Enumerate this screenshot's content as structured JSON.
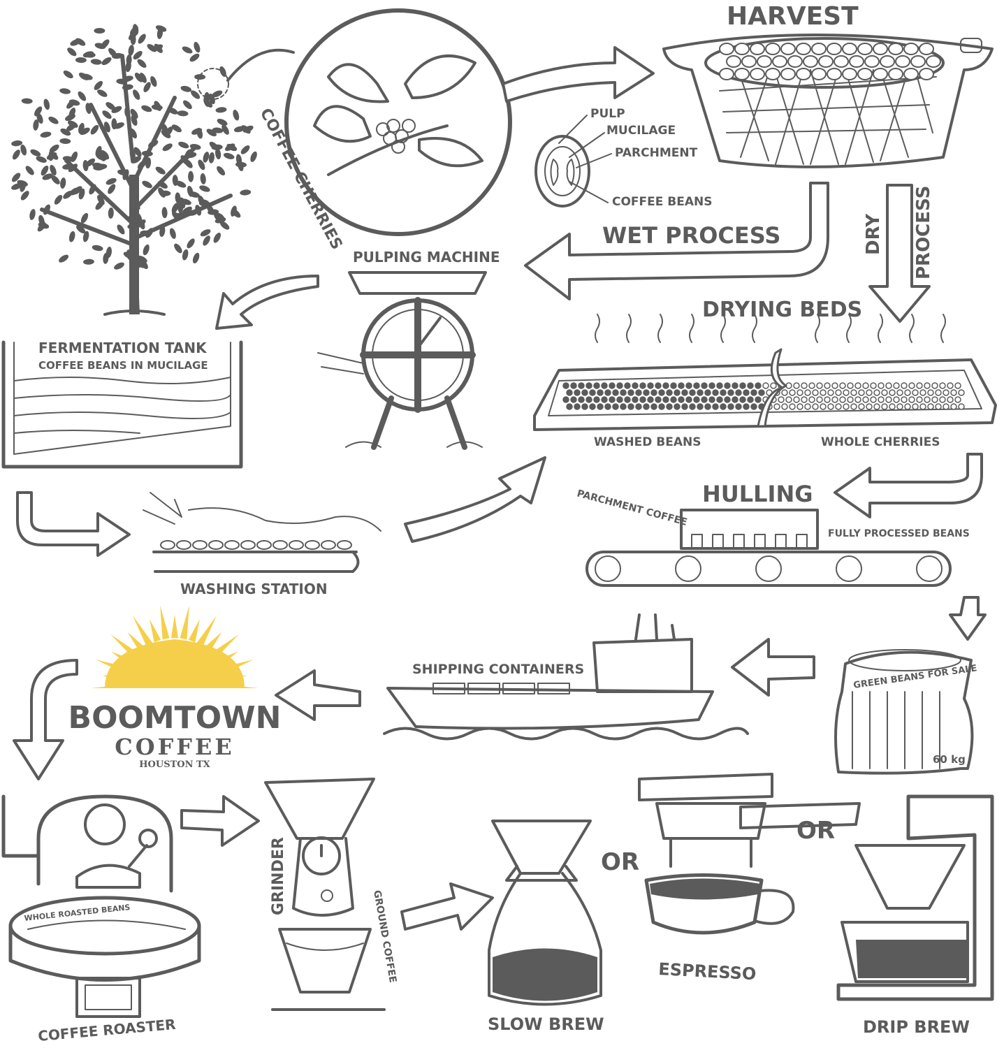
{
  "colors": {
    "ink": "#5b5b5b",
    "sun": "#f6cf4a",
    "bg": "#ffffff"
  },
  "labels": {
    "coffee_cherries": "COFFEE CHERRIES",
    "harvest": "HARVEST",
    "pulp": "PULP",
    "mucilage": "MUCILAGE",
    "parchment": "PARCHMENT",
    "coffee_beans": "COFFEE BEANS",
    "wet_process": "WET PROCESS",
    "dry": "DRY",
    "process": "PROCESS",
    "pulping_machine": "PULPING MACHINE",
    "drying_beds": "DRYING BEDS",
    "fermentation_tank": "FERMENTATION TANK",
    "coffee_beans_in_mucilage": "COFFEE BEANS IN MUCILAGE",
    "washed_beans": "WASHED BEANS",
    "whole_cherries": "WHOLE CHERRIES",
    "hulling": "HULLING",
    "parchment_coffee": "PARCHMENT COFFEE",
    "fully_processed_beans": "FULLY PROCESSED BEANS",
    "washing_station": "WASHING STATION",
    "shipping_containers": "SHIPPING CONTAINERS",
    "green_beans_for_sale": "GREEN BEANS FOR SALE",
    "bag_weight": "60 kg",
    "brand_name": "BOOMTOWN",
    "brand_sub": "COFFEE",
    "brand_city": "HOUSTON TX",
    "whole_roasted_beans": "WHOLE ROASTED BEANS",
    "coffee_roaster": "COFFEE ROASTER",
    "grinder": "GRINDER",
    "ground_coffee": "GROUND COFFEE",
    "slow_brew": "SLOW BREW",
    "or_1": "OR",
    "espresso": "ESPRESSO",
    "or_2": "OR",
    "drip_brew": "DRIP BREW"
  }
}
